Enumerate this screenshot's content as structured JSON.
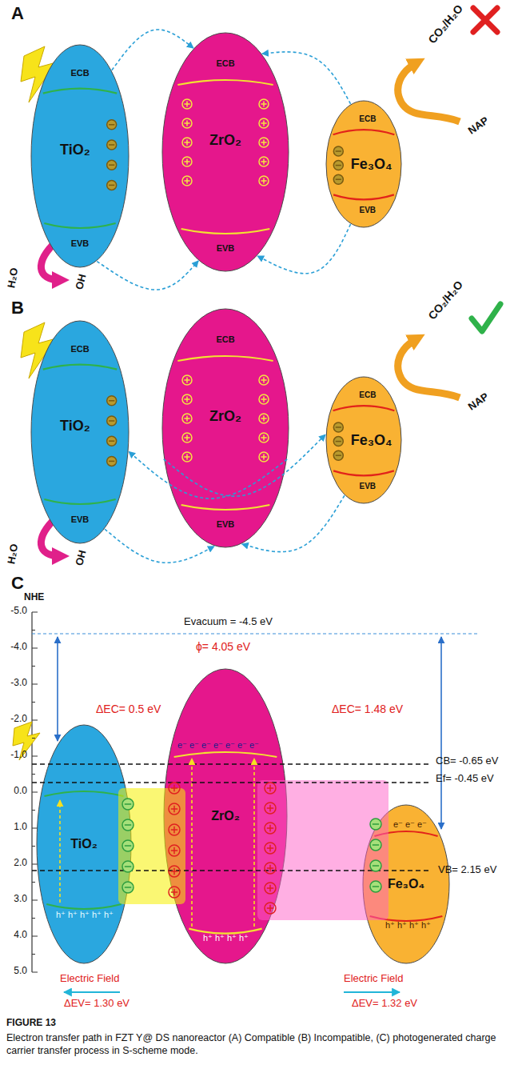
{
  "diagram": {
    "caption": "Electron transfer path in FZT Y@ DS nanoreactor (A) Compatible (B) Incompatible, (C) photogenerated charge carrier transfer process in S-scheme mode.",
    "nodes": [
      {
        "text": [
          "TiO₂",
          "ECB",
          "EVB"
        ]
      },
      {
        "text": [
          "ZrO₂",
          "ECB",
          "EVB"
        ]
      },
      {
        "text": [
          "Fe₃O₄",
          "ECB",
          "EVB"
        ]
      },
      {
        "text": [
          "TiO₂",
          "ECB",
          "EVB"
        ]
      },
      {
        "text": [
          "ZrO₂",
          "ECB",
          "EVB"
        ]
      },
      {
        "text": [
          "Fe₃O₄",
          "ECB",
          "EVB"
        ]
      },
      {
        "text": [
          "TiO₂"
        ]
      },
      {
        "text": [
          "ZrO₂"
        ]
      },
      {
        "text": [
          "Fe₃O₄"
        ]
      }
    ],
    "edges": [
      {
        "from": 0,
        "to": 1,
        "arrow": "to"
      },
      {
        "from": 2,
        "to": 1,
        "arrow": "to"
      },
      {
        "from": 0,
        "to": 1,
        "arrow": "to"
      },
      {
        "from": 2,
        "to": 1,
        "arrow": "to"
      },
      {
        "from": 4,
        "to": 3,
        "arrow": "to"
      },
      {
        "from": 4,
        "to": 5,
        "arrow": "to"
      },
      {
        "from": 3,
        "to": 4,
        "arrow": "to"
      },
      {
        "from": 5,
        "to": 4,
        "arrow": "to"
      }
    ],
    "labels": [
      "A",
      "CO₂/H₂O",
      "NAP",
      "H₂O",
      "OH",
      "B",
      "CO₂/H₂O",
      "NAP",
      "H₂O",
      "OH",
      "C",
      "NHE",
      "-5.0",
      "-4.0",
      "-3.0",
      "-2.0",
      "-1.0",
      "0.0",
      "1.0",
      "2.0",
      "3.0",
      "4.0",
      "5.0",
      "Evacuum = -4.5 eV",
      "ϕ= 4.05 eV",
      "ΔEC= 0.5 eV",
      "ΔEC= 1.48 eV",
      "CB= -0.65 eV",
      "Ef= -0.45 eV",
      "VB= 2.15 eV",
      "Electric Field",
      "Electric Field",
      "ΔEV= 1.30 eV",
      "ΔEV= 1.32 eV",
      "h⁺ h⁺ h⁺ h⁺ h⁺",
      "h⁺ h⁺ h⁺ h⁺",
      "h⁺ h⁺ h⁺ h⁺",
      "e⁻ e⁻ e⁻ e⁻ e⁻ e⁻ e⁻",
      "e⁻ e⁻ e⁻",
      "FIGURE 13"
    ]
  }
}
